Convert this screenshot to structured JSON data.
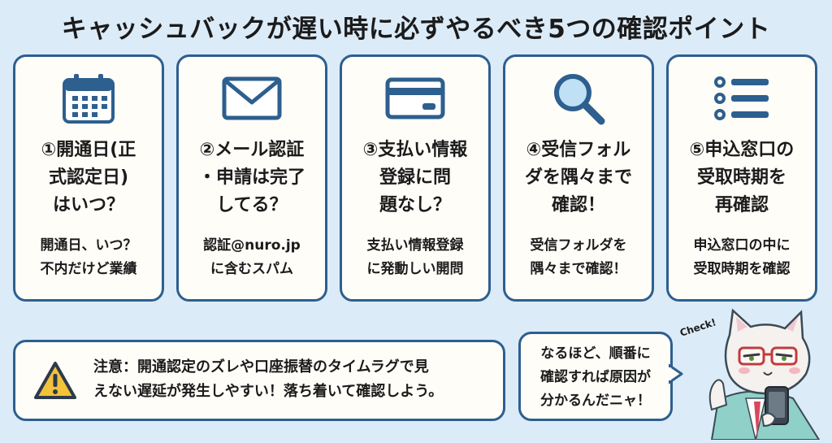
{
  "title": "キャッシュバックが遅い時に必ずやるべき5つの確認ポイント",
  "cards": [
    {
      "icon": "calendar-icon",
      "head": [
        "①開通日(正",
        "式認定日)",
        "はいつ？"
      ],
      "desc": [
        "開通日、いつ？",
        "不内だけど業績"
      ]
    },
    {
      "icon": "envelope-icon",
      "head": [
        "②メール認証",
        "・申請は完了",
        "してる？"
      ],
      "desc": [
        "認証@nuro.jp",
        "に含むスパム"
      ]
    },
    {
      "icon": "credit-card-icon",
      "head": [
        "③支払い情報",
        "登録に問",
        "題なし？"
      ],
      "desc": [
        "支払い情報登録",
        "に発動しい開問"
      ]
    },
    {
      "icon": "magnifier-icon",
      "head": [
        "④受信フォル",
        "ダを隅々まで",
        "確認！"
      ],
      "desc": [
        "受信フォルダを",
        "隅々まで確認！"
      ]
    },
    {
      "icon": "list-icon",
      "head": [
        "⑤申込窓口の",
        "受取時期を",
        "再確認"
      ],
      "desc": [
        "申込窓口の中に",
        "受取時期を確認"
      ]
    }
  ],
  "note": {
    "icon": "warning-icon",
    "lines": [
      "注意：開通認定のズレや口座振替のタイムラグで見",
      "えない遅延が発生しやすい！落ち着いて確認しよう。"
    ]
  },
  "bubble": {
    "lines": [
      "なるほど、順番に",
      "確認すれば原因が",
      "分かるんだニャ！"
    ]
  },
  "mascot": {
    "label": "Check!"
  },
  "colors": {
    "accent": "#2d5f8f",
    "background": "#dcebf8",
    "card": "#fffdf8",
    "warning": "#f2c23a"
  }
}
